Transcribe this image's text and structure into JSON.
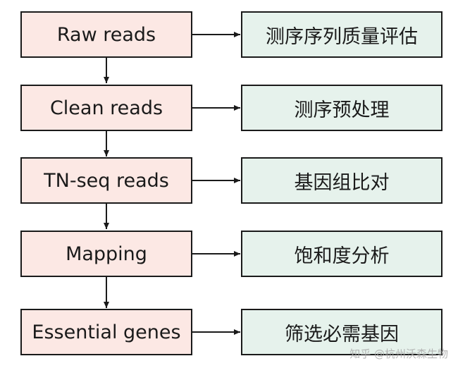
{
  "colors": {
    "left_fill": "#fce8e4",
    "right_fill": "#e6f2ec",
    "stroke": "#1a1a1a"
  },
  "steps": [
    {
      "label": "Raw reads",
      "action": "测序序列质量评估"
    },
    {
      "label": "Clean reads",
      "action": "测序预处理"
    },
    {
      "label": "TN-seq reads",
      "action": "基因组比对"
    },
    {
      "label": "Mapping",
      "action": "饱和度分析"
    },
    {
      "label": "Essential genes",
      "action": "筛选必需基因"
    }
  ],
  "watermark": "知乎 @杭州沃森生物"
}
